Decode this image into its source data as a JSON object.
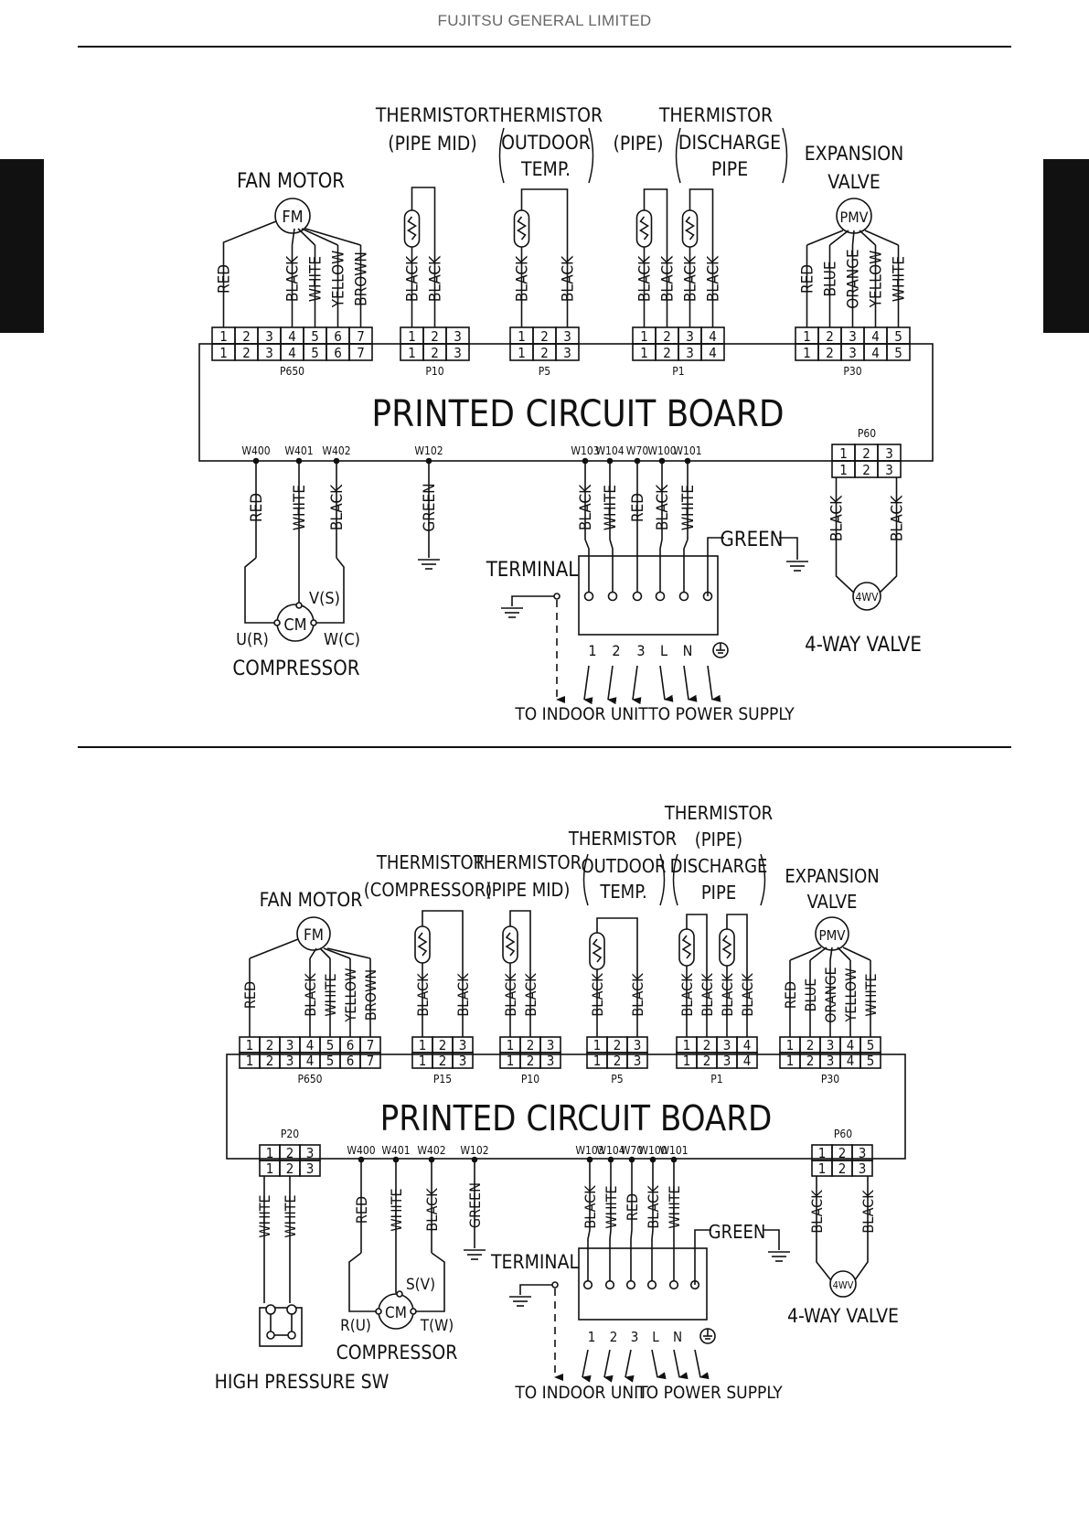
{
  "header": {
    "company": "FUJITSU GENERAL LIMITED"
  },
  "d1": {
    "labels": {
      "fan_motor": "FAN MOTOR",
      "fm": "FM",
      "th_pipe_mid_1": "THERMISTOR",
      "th_pipe_mid_2": "(PIPE MID)",
      "th_outdoor_1": "THERMISTOR",
      "th_outdoor_2": "OUTDOOR",
      "th_outdoor_3": "TEMP.",
      "th_pipe_1": "THERMISTOR",
      "th_pipe_2": "(PIPE)",
      "th_discharge_1": "DISCHARGE",
      "th_discharge_2": "PIPE",
      "exp_1": "EXPANSION",
      "exp_2": "VALVE",
      "pmv": "PMV",
      "pcb": "PRINTED CIRCUIT BOARD",
      "terminal": "TERMINAL",
      "compressor": "COMPRESSOR",
      "cm": "CM",
      "comp_u": "U(R)",
      "comp_v": "V(S)",
      "comp_w": "W(C)",
      "fourwv": "4WV",
      "fourway": "4-WAY VALVE",
      "green": "GREEN",
      "to_indoor": "TO INDOOR UNIT",
      "to_power": "TO POWER SUPPLY"
    },
    "connectors": {
      "p650": {
        "name": "P650",
        "pins": [
          "1",
          "2",
          "3",
          "4",
          "5",
          "6",
          "7"
        ],
        "wires": [
          "RED",
          "",
          "",
          "BLACK",
          "WHITE",
          "YELLOW",
          "BROWN"
        ]
      },
      "p10": {
        "name": "P10",
        "pins": [
          "1",
          "2",
          "3"
        ],
        "wires": [
          "BLACK",
          "BLACK",
          ""
        ]
      },
      "p5": {
        "name": "P5",
        "pins": [
          "1",
          "2",
          "3"
        ],
        "wires": [
          "BLACK",
          "",
          "BLACK"
        ]
      },
      "p1": {
        "name": "P1",
        "pins": [
          "1",
          "2",
          "3",
          "4"
        ],
        "wires": [
          "BLACK",
          "BLACK",
          "BLACK",
          "BLACK"
        ]
      },
      "p30": {
        "name": "P30",
        "pins": [
          "1",
          "2",
          "3",
          "4",
          "5"
        ],
        "wires": [
          "RED",
          "BLUE",
          "ORANGE",
          "YELLOW",
          "WHITE"
        ]
      },
      "p60": {
        "name": "P60",
        "pins": [
          "1",
          "2",
          "3"
        ]
      }
    },
    "w_labels": [
      "W400",
      "W401",
      "W402",
      "W102",
      "W103",
      "W104",
      "W70",
      "W100",
      "W101"
    ],
    "w_wires": [
      "RED",
      "WHITE",
      "BLACK",
      "GREEN",
      "BLACK",
      "WHITE",
      "RED",
      "BLACK",
      "WHITE"
    ],
    "p60_wires": [
      "BLACK",
      "BLACK"
    ],
    "terminals": [
      "1",
      "2",
      "3",
      "L",
      "N"
    ]
  },
  "d2": {
    "labels": {
      "fan_motor": "FAN MOTOR",
      "fm": "FM",
      "th_comp_1": "THERMISTOR",
      "th_comp_2": "(COMPRESSOR)",
      "th_pipe_mid_1": "THERMISTOR",
      "th_pipe_mid_2": "(PIPE MID)",
      "th_outdoor_1": "THERMISTOR",
      "th_outdoor_2": "OUTDOOR",
      "th_outdoor_3": "TEMP.",
      "th_pipe_1": "THERMISTOR",
      "th_pipe_2": "(PIPE)",
      "th_discharge_1": "DISCHARGE",
      "th_discharge_2": "PIPE",
      "exp_1": "EXPANSION",
      "exp_2": "VALVE",
      "pmv": "PMV",
      "pcb": "PRINTED CIRCUIT BOARD",
      "terminal": "TERMINAL",
      "compressor": "COMPRESSOR",
      "cm": "CM",
      "comp_u": "R(U)",
      "comp_v": "S(V)",
      "comp_w": "T(W)",
      "fourwv": "4WV",
      "fourway": "4-WAY VALVE",
      "high_pressure": "HIGH PRESSURE SW",
      "green": "GREEN",
      "to_indoor": "TO INDOOR UNIT",
      "to_power": "TO POWER SUPPLY"
    },
    "connectors": {
      "p650": {
        "name": "P650",
        "pins": [
          "1",
          "2",
          "3",
          "4",
          "5",
          "6",
          "7"
        ],
        "wires": [
          "RED",
          "",
          "",
          "BLACK",
          "WHITE",
          "YELLOW",
          "BROWN"
        ]
      },
      "p15": {
        "name": "P15",
        "pins": [
          "1",
          "2",
          "3"
        ],
        "wires": [
          "BLACK",
          "",
          "BLACK"
        ]
      },
      "p10": {
        "name": "P10",
        "pins": [
          "1",
          "2",
          "3"
        ],
        "wires": [
          "BLACK",
          "BLACK",
          ""
        ]
      },
      "p5": {
        "name": "P5",
        "pins": [
          "1",
          "2",
          "3"
        ],
        "wires": [
          "BLACK",
          "",
          "BLACK"
        ]
      },
      "p1": {
        "name": "P1",
        "pins": [
          "1",
          "2",
          "3",
          "4"
        ],
        "wires": [
          "BLACK",
          "BLACK",
          "BLACK",
          "BLACK"
        ]
      },
      "p30": {
        "name": "P30",
        "pins": [
          "1",
          "2",
          "3",
          "4",
          "5"
        ],
        "wires": [
          "RED",
          "BLUE",
          "ORANGE",
          "YELLOW",
          "WHITE"
        ]
      },
      "p20": {
        "name": "P20",
        "pins": [
          "1",
          "2",
          "3"
        ]
      },
      "p60": {
        "name": "P60",
        "pins": [
          "1",
          "2",
          "3"
        ]
      }
    },
    "w_labels": [
      "W400",
      "W401",
      "W402",
      "W102",
      "W103",
      "W104",
      "W70",
      "W100",
      "W101"
    ],
    "w_wires": [
      "RED",
      "WHITE",
      "BLACK",
      "GREEN",
      "BLACK",
      "WHITE",
      "RED",
      "BLACK",
      "WHITE"
    ],
    "p20_wires": [
      "WHITE",
      "WHITE"
    ],
    "p60_wires": [
      "BLACK",
      "BLACK"
    ],
    "terminals": [
      "1",
      "2",
      "3",
      "L",
      "N"
    ]
  }
}
